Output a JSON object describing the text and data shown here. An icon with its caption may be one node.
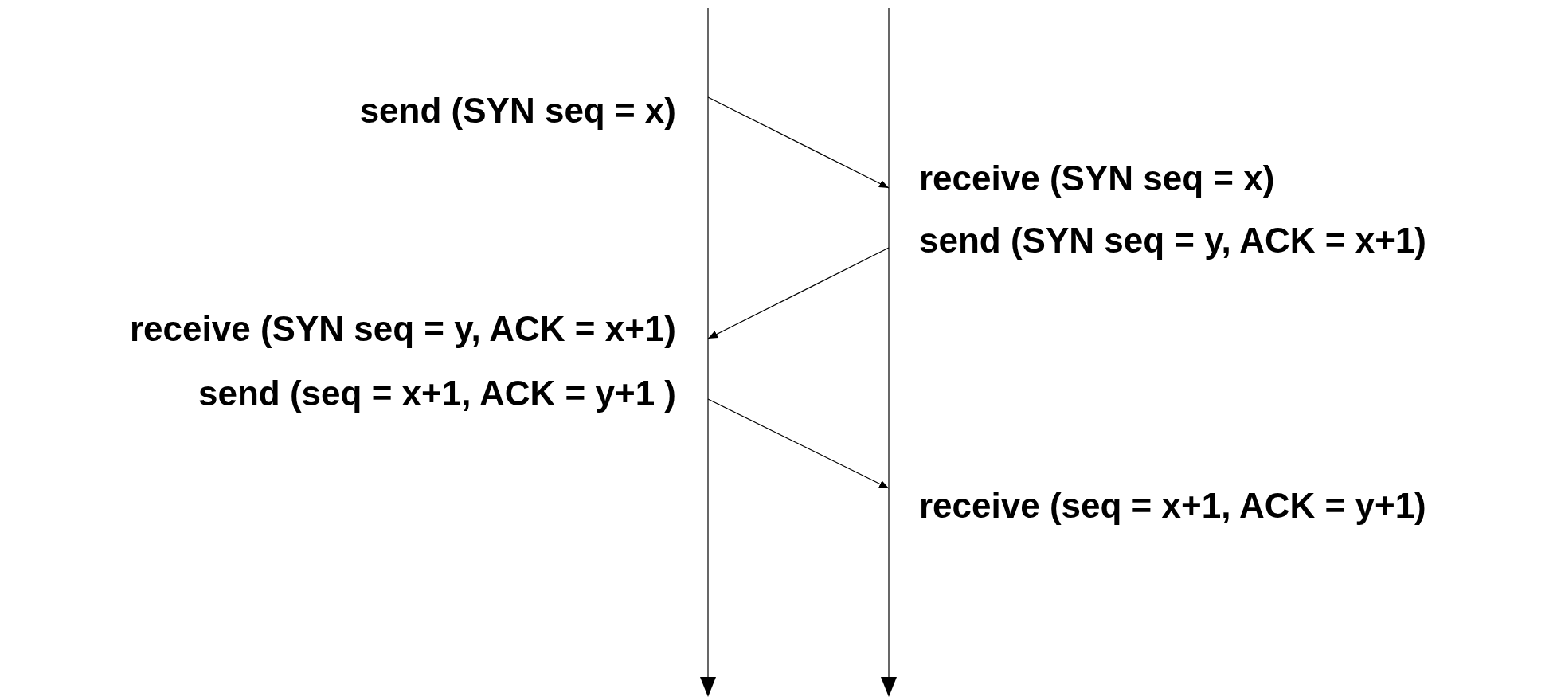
{
  "diagram": {
    "nodes": [
      {
        "text": [
          "send (SYN seq = x)"
        ]
      },
      {
        "text": [
          "receive (SYN seq = x)"
        ]
      },
      {
        "text": [
          "send (SYN seq = y, ACK = x+1)"
        ]
      },
      {
        "text": [
          "receive (SYN seq = y, ACK = x+1)"
        ]
      },
      {
        "text": [
          "send (seq = x+1, ACK = y+1 )"
        ]
      },
      {
        "text": [
          "receive (seq = x+1, ACK = y+1)"
        ]
      }
    ],
    "edges": [
      {
        "from": 0,
        "to": 1,
        "arrow": "to"
      },
      {
        "from": 2,
        "to": 3,
        "arrow": "to"
      },
      {
        "from": 4,
        "to": 5,
        "arrow": "to"
      }
    ]
  }
}
